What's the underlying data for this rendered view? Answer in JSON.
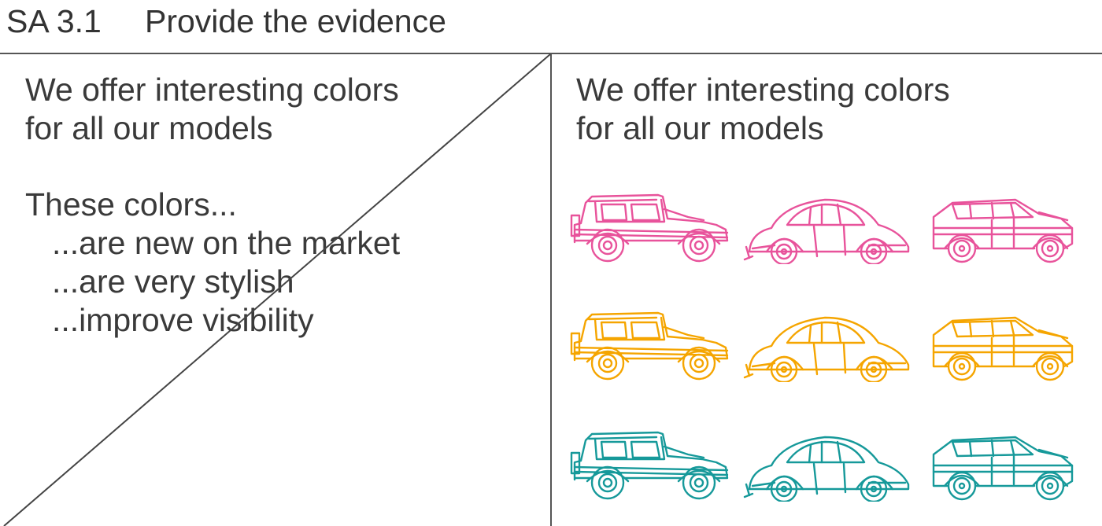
{
  "heading": {
    "code": "SA 3.1",
    "title": "Provide the evidence"
  },
  "left_panel": {
    "claim_line1": "We offer interesting colors",
    "claim_line2": "for all our models",
    "intro": "These colors...",
    "bullets": [
      "...are new on the market",
      "...are very stylish",
      "...improve visibility"
    ]
  },
  "right_panel": {
    "claim_line1": "We offer interesting colors",
    "claim_line2": "for all our models",
    "car_models": [
      "jeep-icon",
      "beetle-icon",
      "suv-icon"
    ],
    "color_rows": [
      "#e8539b",
      "#f5a500",
      "#16999a"
    ]
  },
  "colors": {
    "text": "#3a3a3a",
    "lines": "#555555",
    "pink": "#e8539b",
    "orange": "#f5a500",
    "teal": "#16999a"
  }
}
